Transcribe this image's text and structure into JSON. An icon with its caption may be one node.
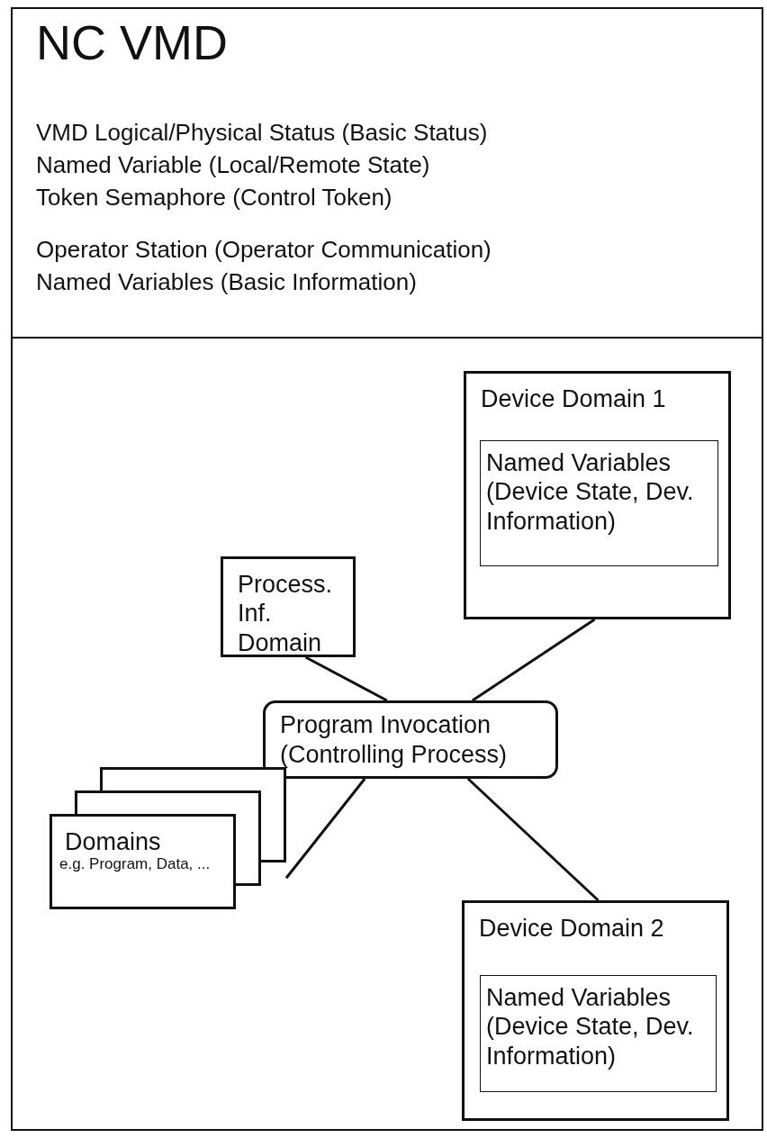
{
  "diagram": {
    "title": "NC VMD",
    "nodes": [
      {
        "text": [
          "Device Domain 1"
        ]
      },
      {
        "text": [
          "Named Variables (Device State, Dev. Information)"
        ],
        "in": 0
      },
      {
        "text": [
          "Process. Inf. Domain"
        ]
      },
      {
        "text": [
          "Program Invocation (Controlling Process)"
        ]
      },
      {
        "text": [
          "Domains",
          "e.g. Program, Data, ..."
        ]
      },
      {
        "text": [
          "Device Domain 2"
        ]
      },
      {
        "text": [
          "Named Variables (Device State, Dev. Information)"
        ],
        "in": 5
      }
    ],
    "edges": [
      {
        "from": 2,
        "to": 3,
        "arrow": "none"
      },
      {
        "from": 0,
        "to": 3,
        "arrow": "none"
      },
      {
        "from": 3,
        "to": 4,
        "arrow": "none"
      },
      {
        "from": 3,
        "to": 5,
        "arrow": "none"
      }
    ],
    "labels": [
      "VMD Logical/Physical Status (Basic Status)",
      "Named Variable (Local/Remote State)",
      "Token Semaphore (Control Token)",
      "Operator Station (Operator Communication)",
      "Named Variables (Basic Information)"
    ]
  }
}
